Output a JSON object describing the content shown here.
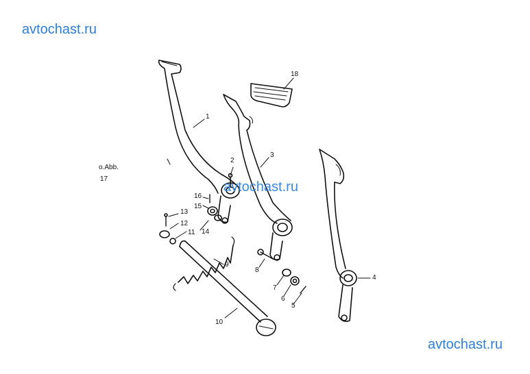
{
  "watermarks": [
    "avtochast.ru",
    "avtochast.ru",
    "avtochast.ru"
  ],
  "reference_note": {
    "line1": "o.Abb.",
    "line2": "17"
  },
  "parts": [
    {
      "id": "1",
      "label": "1"
    },
    {
      "id": "2",
      "label": "2"
    },
    {
      "id": "3",
      "label": "3"
    },
    {
      "id": "4",
      "label": "4"
    },
    {
      "id": "5",
      "label": "5"
    },
    {
      "id": "6",
      "label": "6"
    },
    {
      "id": "7",
      "label": "7"
    },
    {
      "id": "8",
      "label": "8"
    },
    {
      "id": "9",
      "label": "9"
    },
    {
      "id": "10",
      "label": "10"
    },
    {
      "id": "11",
      "label": "11"
    },
    {
      "id": "12",
      "label": "12"
    },
    {
      "id": "13",
      "label": "13"
    },
    {
      "id": "14",
      "label": "14"
    },
    {
      "id": "15",
      "label": "15"
    },
    {
      "id": "16",
      "label": "16"
    },
    {
      "id": "18",
      "label": "18"
    }
  ],
  "colors": {
    "watermark": "#2f7fd6",
    "line": "#111111"
  }
}
